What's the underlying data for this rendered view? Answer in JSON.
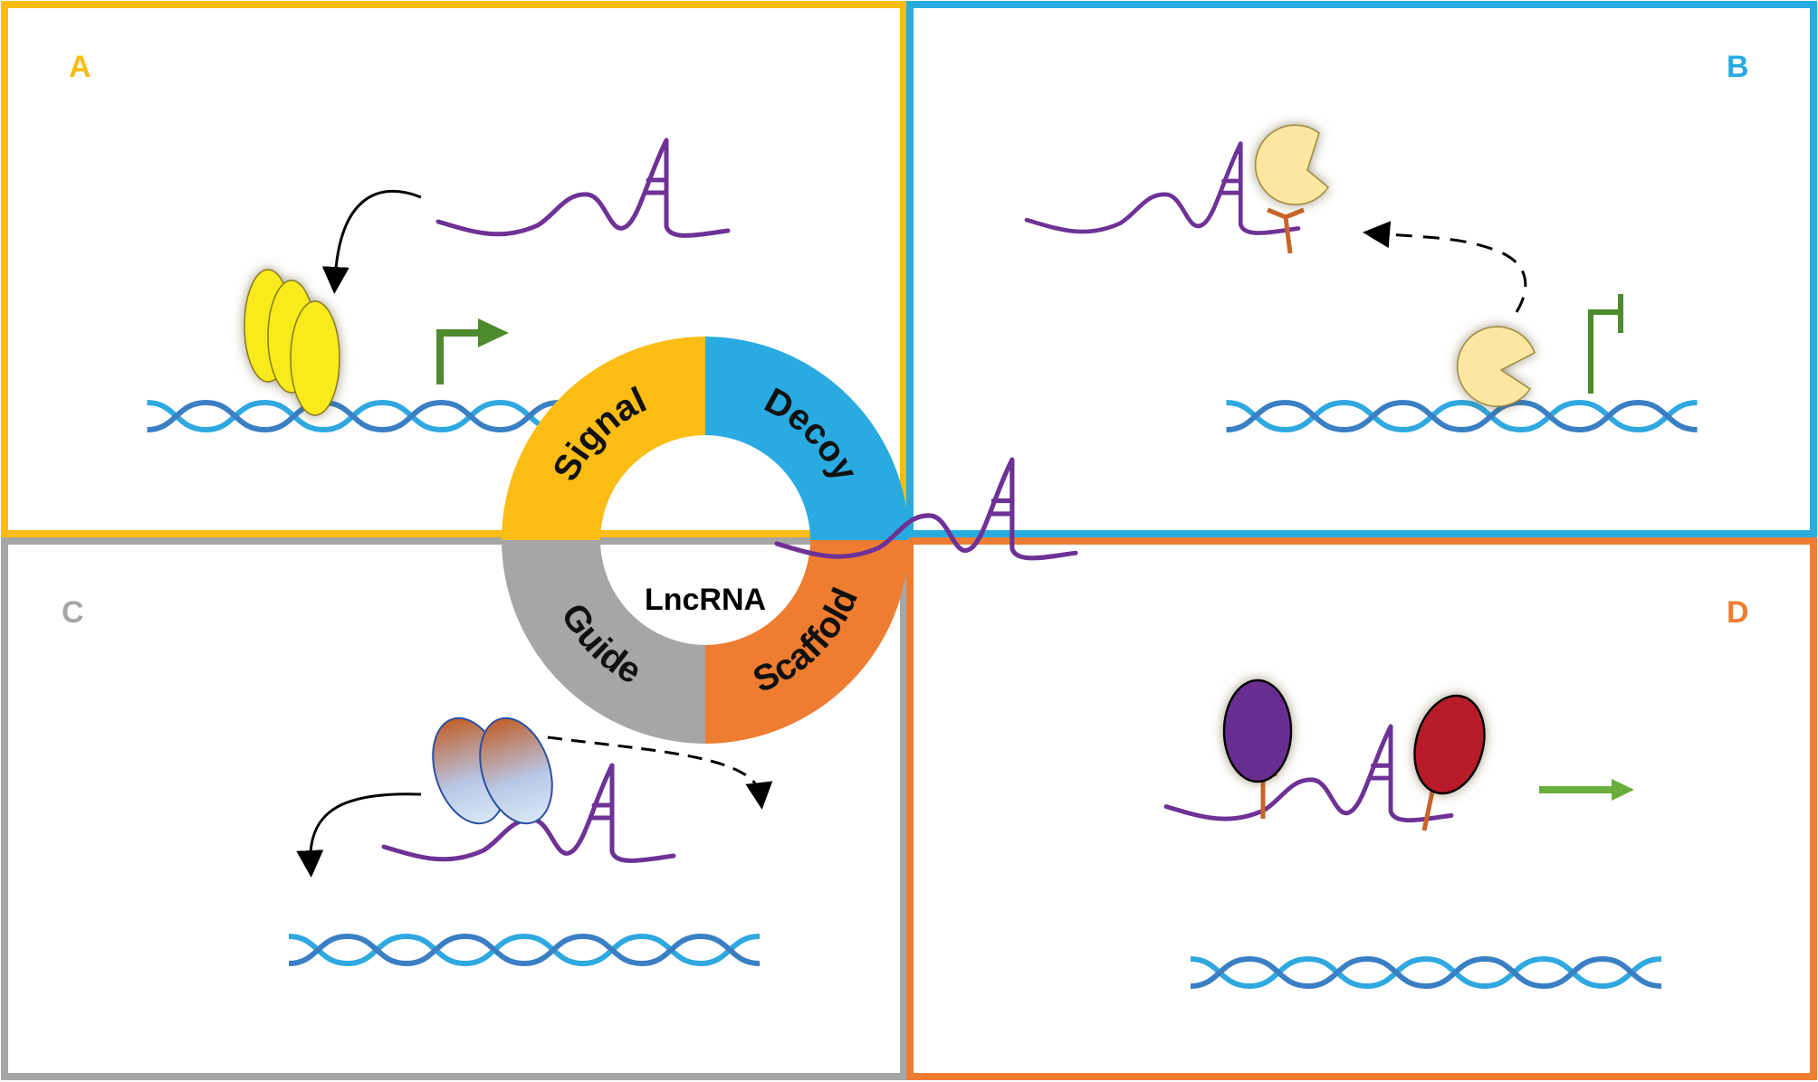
{
  "panels": [
    {
      "letter": "A",
      "color": "#FBBC14"
    },
    {
      "letter": "B",
      "color": "#29ABE2"
    },
    {
      "letter": "C",
      "color": "#A6A6A6"
    },
    {
      "letter": "D",
      "color": "#EE7D31"
    }
  ],
  "ring": {
    "center_label": "LncRNA",
    "segments": [
      {
        "label": "Signal",
        "color": "#FBBC14"
      },
      {
        "label": "Decoy",
        "color": "#29ABE2"
      },
      {
        "label": "Guide",
        "color": "#A6A6A6"
      },
      {
        "label": "Scaffold",
        "color": "#EE7D31"
      }
    ]
  },
  "colors": {
    "rna": "#6E3296",
    "dna_dark": "#3A7FC4",
    "dna_light": "#2FA8E0",
    "promoter": "#4E8A2E",
    "linker": "#C8642A",
    "yellow_protein": "#F7EB1B",
    "decoy_protein": "#FDE6A0",
    "purple_protein": "#6B2E93",
    "red_protein": "#B81E2A",
    "activation_arrow": "#6AAE3B"
  }
}
